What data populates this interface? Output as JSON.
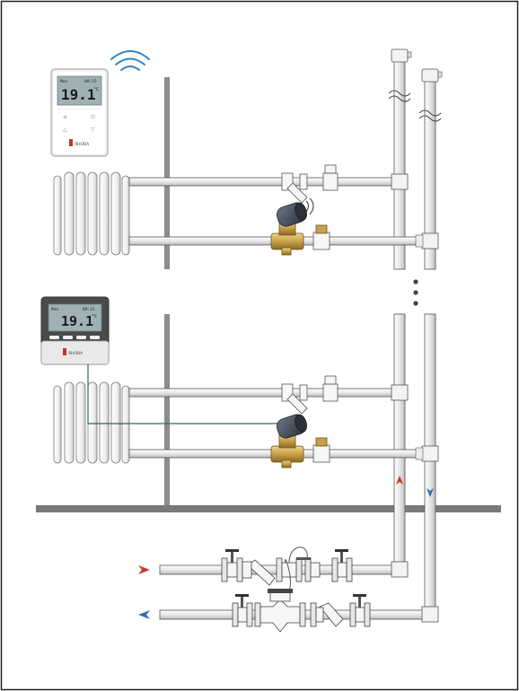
{
  "thermostat_top": {
    "reading": "19.1",
    "unit": "°C",
    "mode_label": "Mon",
    "time_label": "09:15",
    "brand": "ЯНОВА"
  },
  "thermostat_bottom": {
    "reading": "19.1",
    "unit": "°C",
    "mode_label": "Mon",
    "time_label": "09:15",
    "brand": "ЯНОВА"
  },
  "colors": {
    "pipe": "#f5f5f5",
    "pipe_stroke": "#555555",
    "wall": "#8c8c8c",
    "floor": "#7a7a7a",
    "supply_arrow": "#c0392b",
    "return_arrow": "#2e6db4",
    "wifi": "#2f86c6",
    "brass": "#c8a04a",
    "actuator": "#3a4350",
    "lcd": "#9fb1b4",
    "signal_wire": "#2f6b4f"
  },
  "icons": {
    "wifi": "wifi-icon",
    "continuation": "ellipsis-vertical-icon",
    "flow_supply": "arrow-right-icon",
    "flow_return": "arrow-left-icon"
  }
}
